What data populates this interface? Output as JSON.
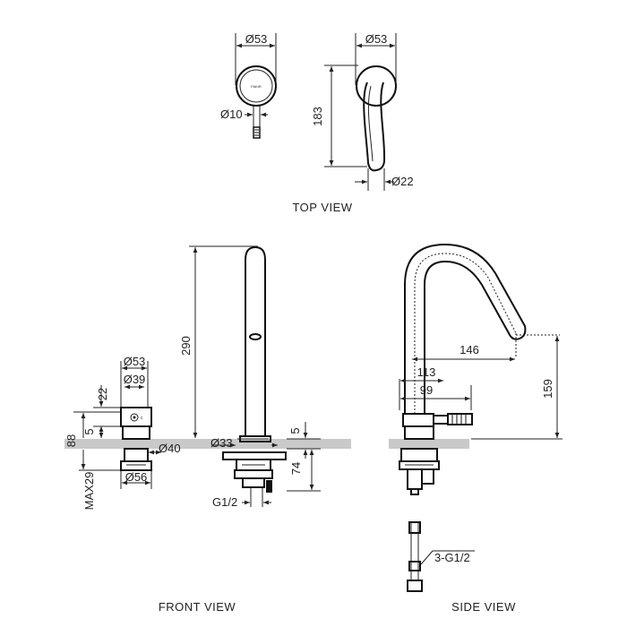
{
  "views": {
    "top": "TOP VIEW",
    "front": "FRONT VIEW",
    "side": "SIDE VIEW"
  },
  "top_view": {
    "handle_diameter": "Ø53",
    "lever_diameter": "Ø10",
    "logo_text": "FAKIR",
    "spout_diameter": "Ø53",
    "spout_length": "183",
    "spout_tip_diameter": "Ø22"
  },
  "front_view": {
    "handle_top_diameter": "Ø53",
    "handle_body_diameter": "Ø39",
    "handle_height": "22",
    "deck_gap": "5",
    "handle_total_height": "88",
    "below_deck_diameter": "Ø40",
    "base_diameter": "Ø56",
    "max_thickness": "MAX29",
    "spout_height": "290",
    "spout_base_diameter": "Ø33",
    "spout_deck_gap": "5",
    "spout_below_deck": "74",
    "spout_thread": "G1/2"
  },
  "side_view": {
    "spout_reach": "146",
    "outlet_height": "159",
    "lever_reach": "113",
    "body_reach": "99",
    "hose_thread": "3-G1/2"
  }
}
